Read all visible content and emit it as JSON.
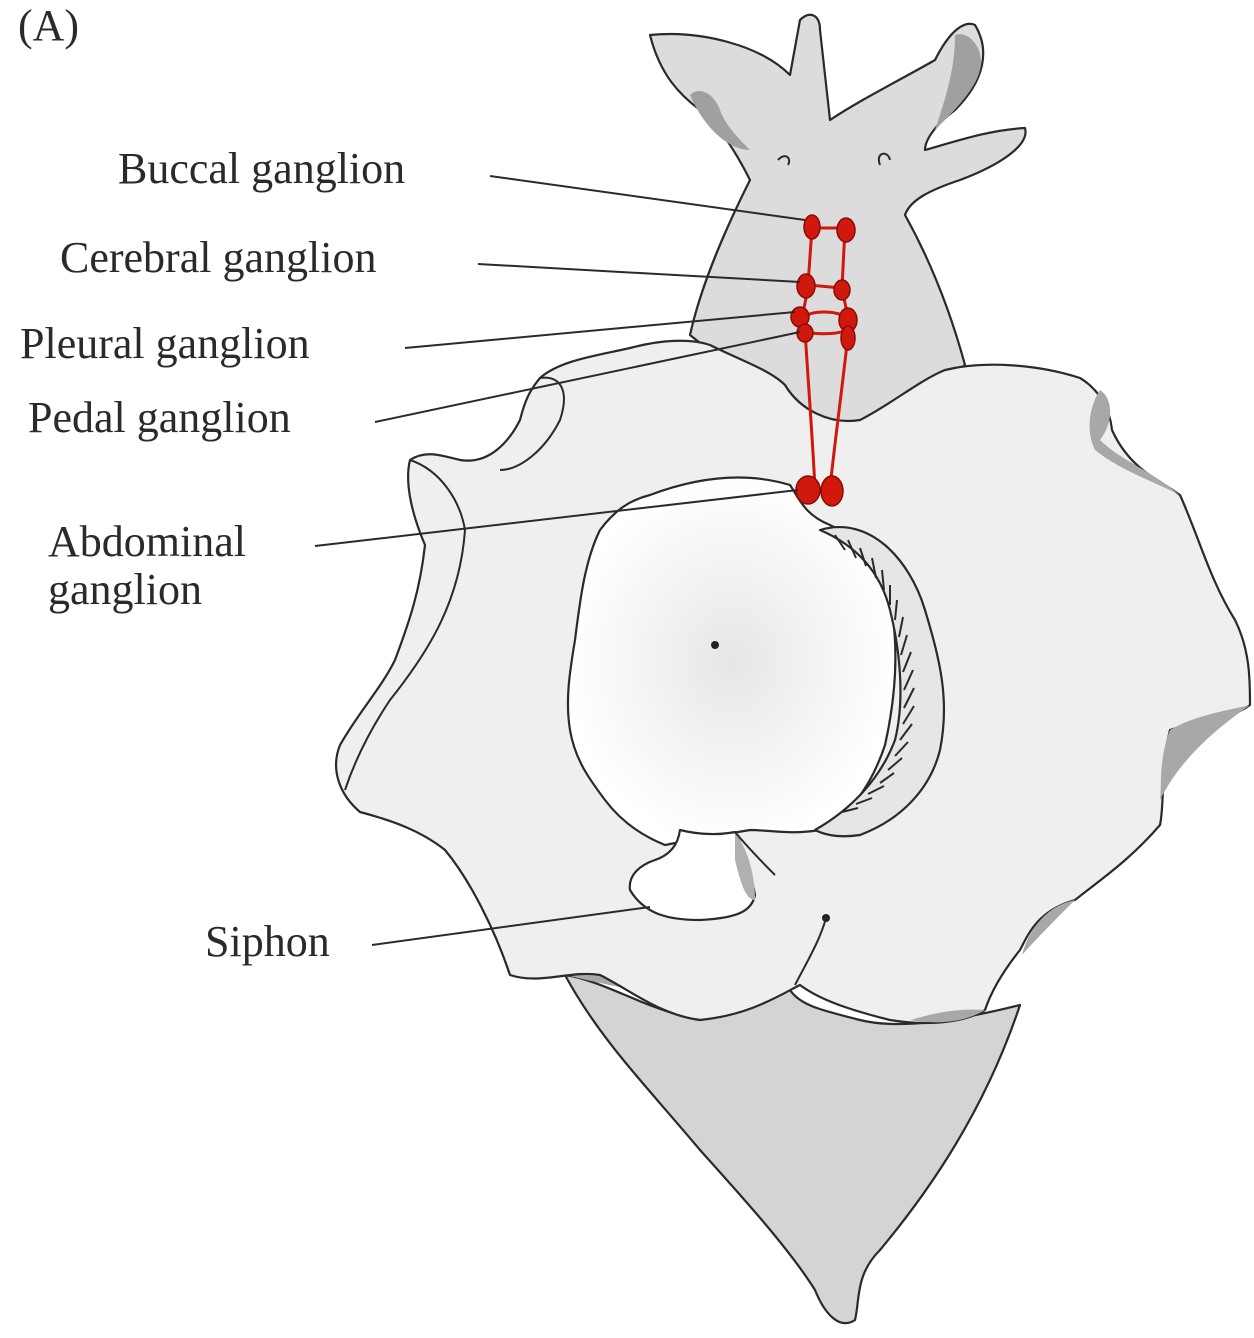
{
  "figure": {
    "panel_letter": "(A)",
    "labels": {
      "buccal": "Buccal ganglion",
      "cerebral": "Cerebral ganglion",
      "pleural": "Pleural ganglion",
      "pedal": "Pedal ganglion",
      "abdominal_line1": "Abdominal",
      "abdominal_line2": "ganglion",
      "siphon": "Siphon"
    }
  },
  "colors": {
    "body": "#dcdcdc",
    "body_dark": "#a8a8a8",
    "mantle": "#efefef",
    "cavity": "#ffffff",
    "ganglia": "#d0180c",
    "outline": "#2a2a2a"
  }
}
